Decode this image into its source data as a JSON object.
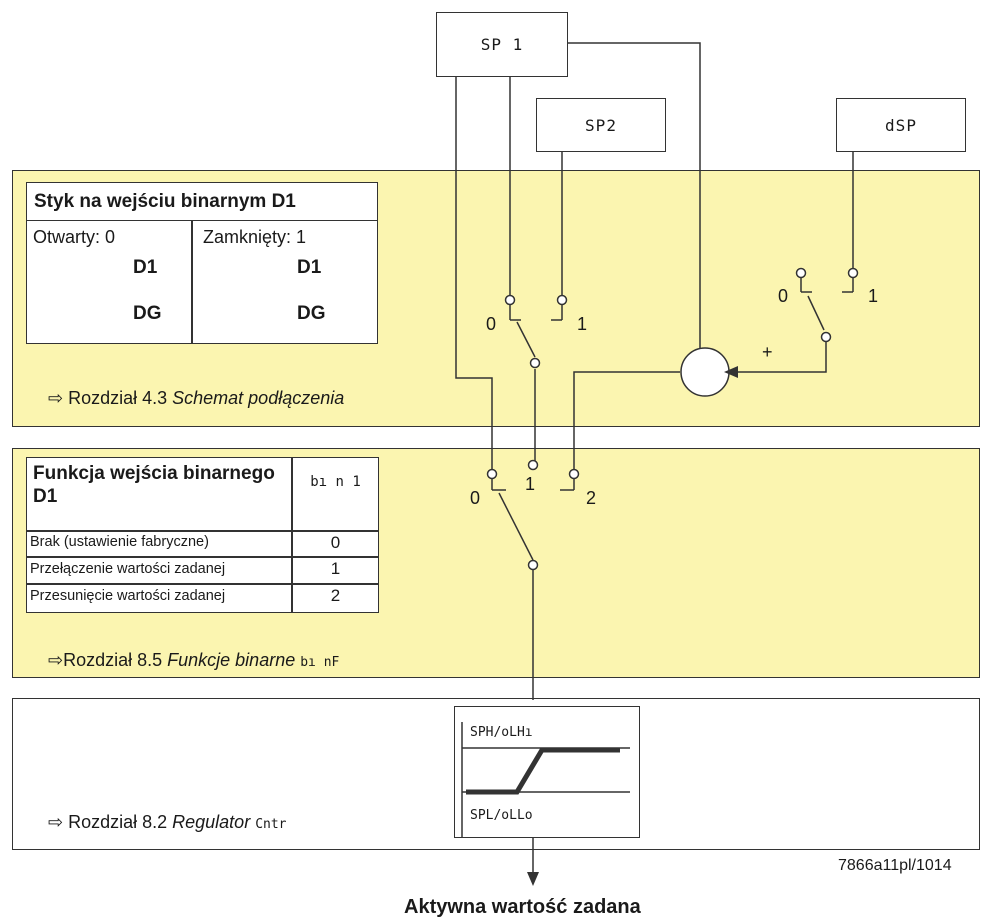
{
  "sources": {
    "sp1": "SP 1",
    "sp2": "SP2",
    "dsp": "dSP"
  },
  "contact_panel": {
    "title": "Styk na wejściu binarnym D1",
    "open_label": "Otwarty: 0",
    "closed_label": "Zamknięty: 1",
    "d1": "D1",
    "dg": "DG",
    "ref_prefix": "⇨ Rozdział 4.3 ",
    "ref_italic": "Schemat podłączenia"
  },
  "function_panel": {
    "title": "Funkcja wejścia binarnego D1",
    "param": "bı n 1",
    "rows": [
      {
        "label": "Brak (ustawienie fabryczne)",
        "value": "0"
      },
      {
        "label": "Przełączenie wartości zadanej",
        "value": "1"
      },
      {
        "label": "Przesunięcie wartości zadanej",
        "value": "2"
      }
    ],
    "ref_prefix": "⇨Rozdział 8.5 ",
    "ref_italic": "Funkcje binarne",
    "ref_code": "bı nF"
  },
  "switches": {
    "upper_left": {
      "left": "0",
      "right": "1"
    },
    "upper_right": {
      "left": "0",
      "right": "1"
    },
    "lower": {
      "left": "0",
      "middle": "1",
      "right": "2"
    },
    "summer_sign": "+"
  },
  "regulator_panel": {
    "ref_prefix": "⇨ Rozdział 8.2 ",
    "ref_italic": "Regulator",
    "ref_code": "Cntr",
    "limit_high": "SPH/oLHı",
    "limit_low": "SPL/oLLo"
  },
  "figure_code": "7866a11pl/1014",
  "output_label": "Aktywna wartość zadana"
}
